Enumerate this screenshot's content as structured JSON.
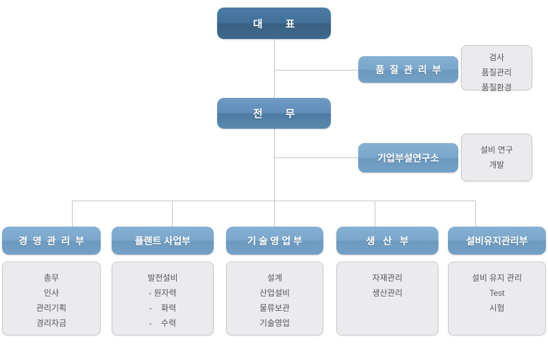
{
  "colors": {
    "background": "#ffffff",
    "level1_box_top": "#4d7ca6",
    "level1_box_bottom": "#3f6a8e",
    "level2_box_top": "#6e9ac3",
    "level2_box_bottom": "#5988ae",
    "level3_box_top": "#86b0d2",
    "level3_box_bottom": "#74a1c6",
    "box_text": "#ffffff",
    "note_background": "#ebebee",
    "note_border": "#c8c8cc",
    "note_text": "#54565b",
    "connector_line": "#c3c3c3"
  },
  "org": {
    "ceo": {
      "label": "대        표"
    },
    "executive": {
      "label": "전        무"
    },
    "quality": {
      "label": "품  질  관  리  부",
      "items": [
        "검사",
        "품질관리",
        "품질환경"
      ]
    },
    "research": {
      "label": "기업부설연구소",
      "items": [
        "설비 연구",
        "개발"
      ]
    },
    "departments": [
      {
        "label": "경  영  관  리  부",
        "items": [
          "총무",
          "인사",
          "관리기획",
          "경리자금"
        ]
      },
      {
        "label": "플랜트 사업부",
        "items": [
          "발전설비",
          "- 원자력",
          "-    화력",
          "-    수력"
        ]
      },
      {
        "label": "기 술 영 업 부",
        "items": [
          "설계",
          "산업설비",
          "물류보관",
          "기술영업"
        ]
      },
      {
        "label": "생   산   부",
        "items": [
          "자재관리",
          "생산관리"
        ]
      },
      {
        "label": "설비유지관리부",
        "items": [
          "설비 유지 관리",
          "Test",
          "시험"
        ]
      }
    ]
  }
}
